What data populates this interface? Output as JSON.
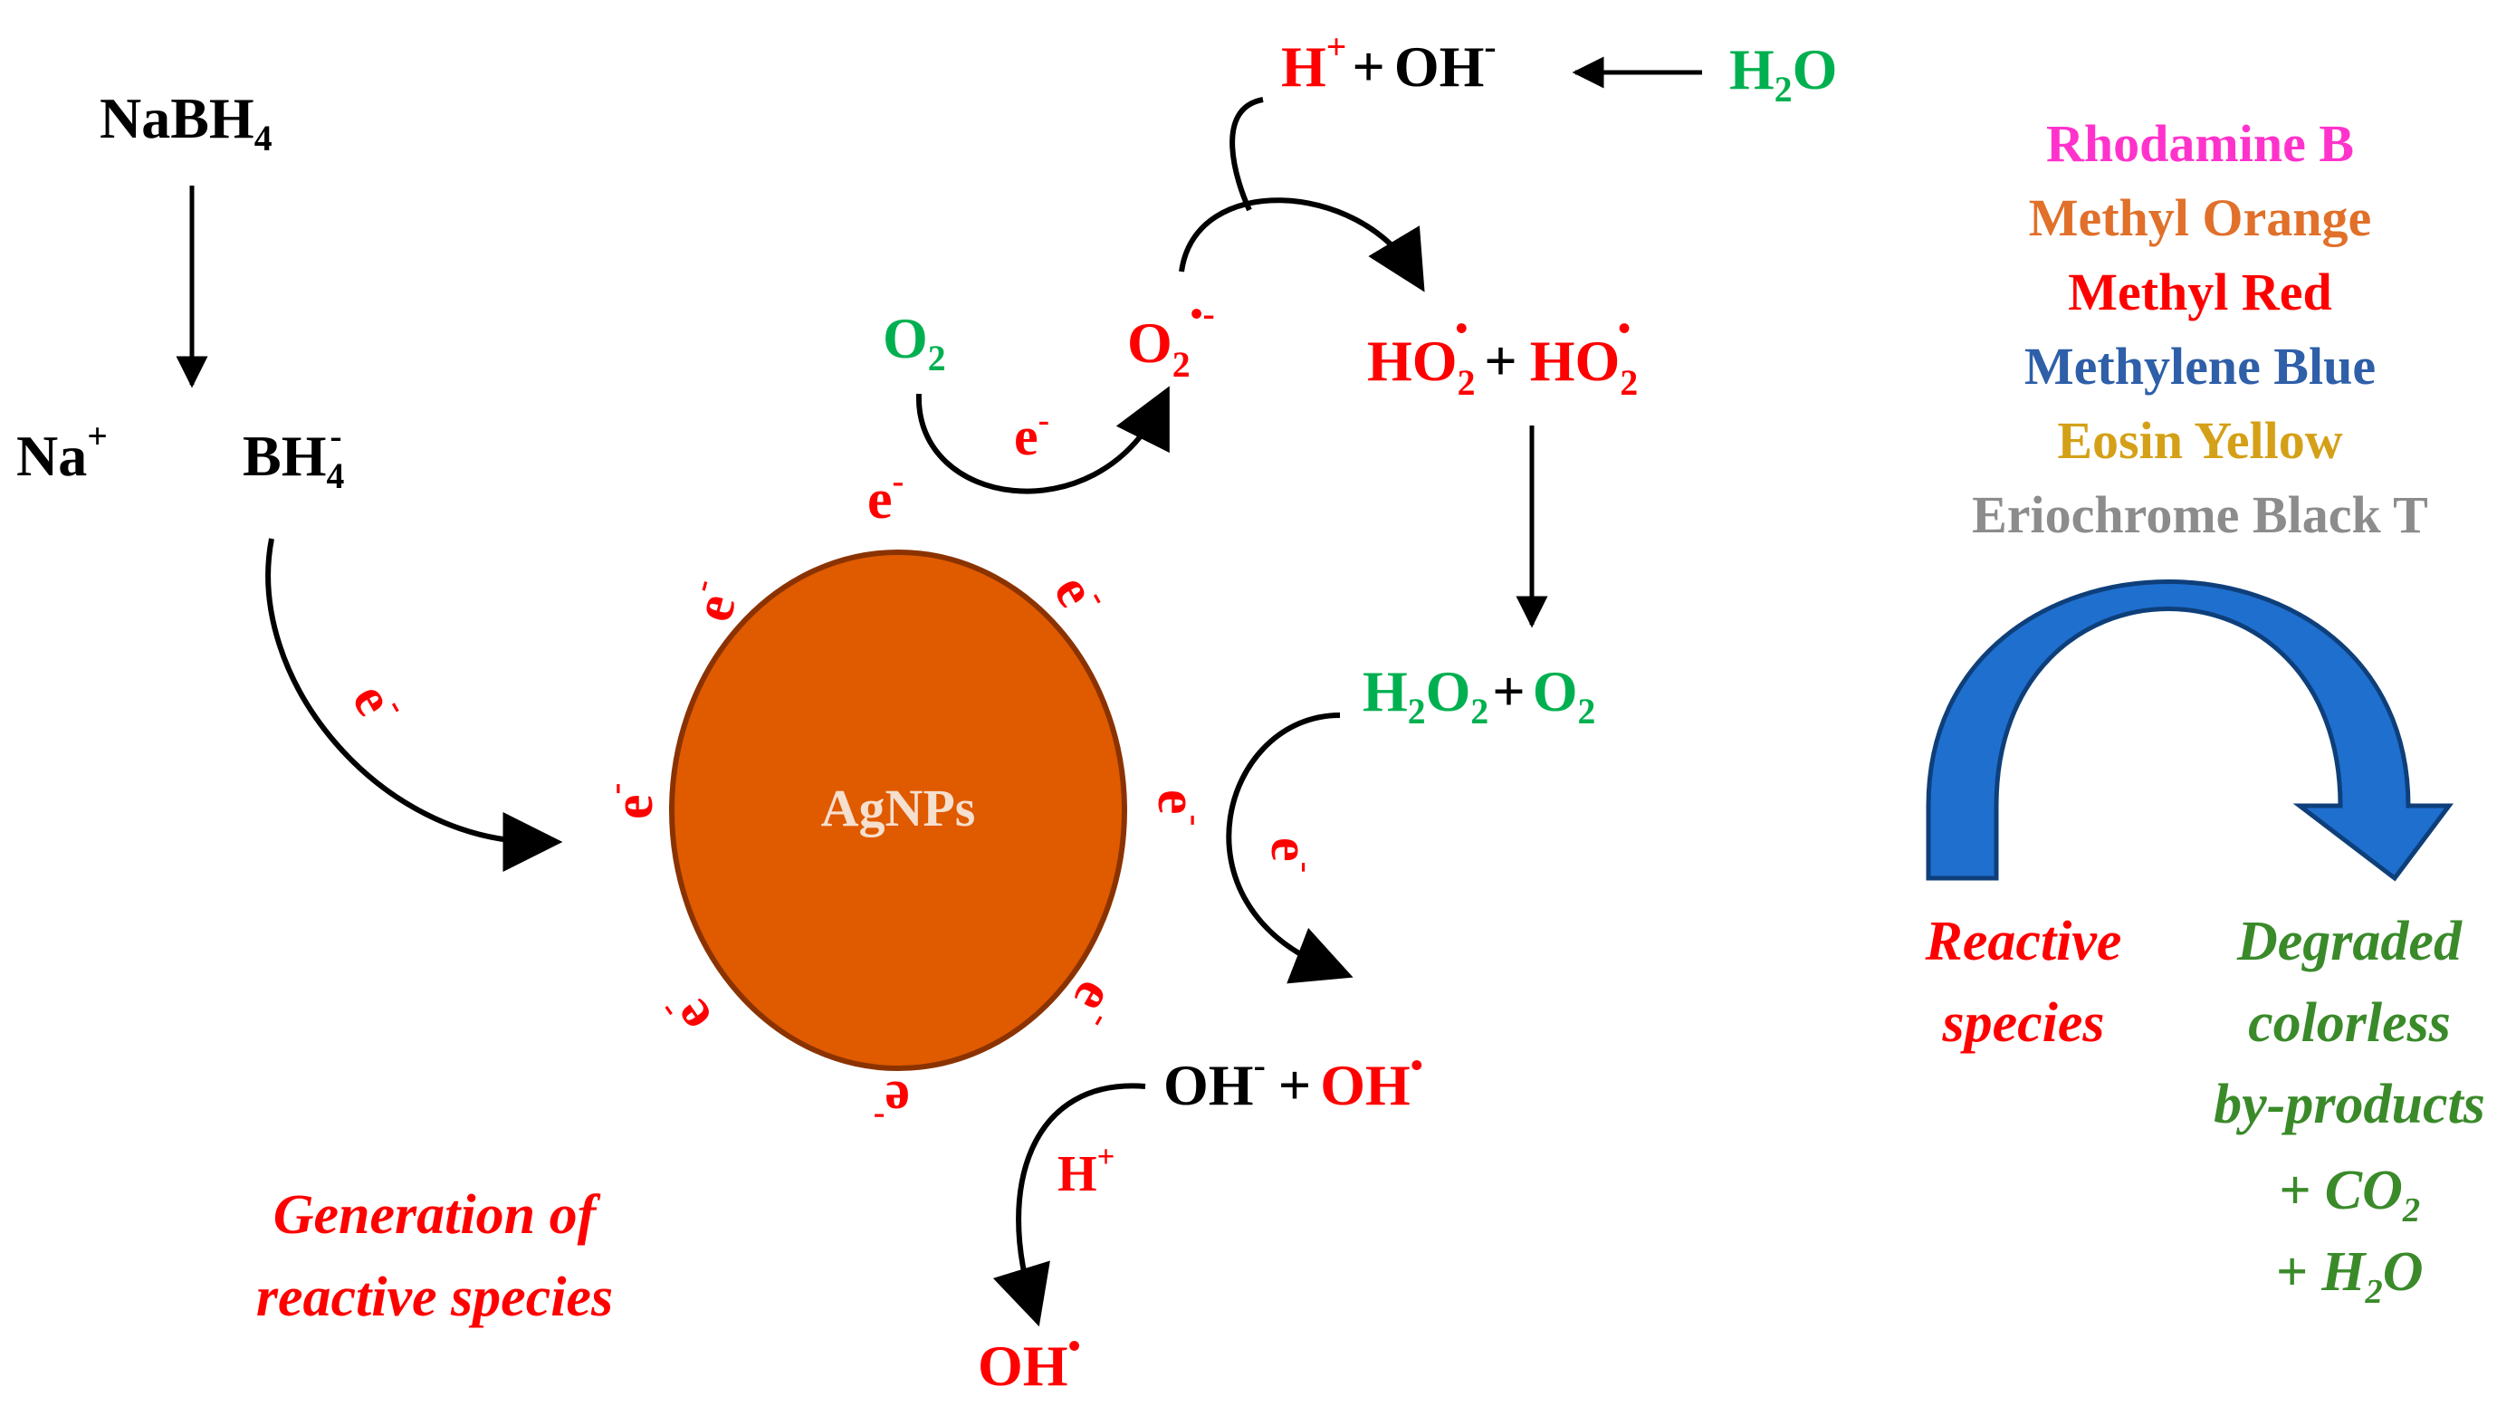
{
  "colors": {
    "black": "#000000",
    "red": "#ff0000",
    "green": "#00b050",
    "dark_green": "#3a8a2a",
    "particle_fill": "#e05a00",
    "particle_stroke": "#8b3300",
    "particle_text": "#f5dfcf",
    "blue_arrow": "#1f6fcf",
    "rhodamine": "#ff33cc",
    "methyl_orange": "#e0702a",
    "methyl_red": "#ff0000",
    "methylene_blue": "#2e5fa8",
    "eosin_yellow": "#d4a017",
    "eriochrome": "#8c8c8c"
  },
  "labels": {
    "nabh4": {
      "base": "NaBH",
      "sub": "4"
    },
    "na": {
      "base": "Na",
      "sup": "+"
    },
    "bh4": {
      "base": "BH",
      "sub": "4",
      "sup": "-"
    },
    "agnps": "AgNPs",
    "electron": {
      "base": "e",
      "sup": "-"
    },
    "o2_left": {
      "base": "O",
      "sub": "2"
    },
    "superoxide": {
      "base": "O",
      "sub": "2",
      "sup": "•-"
    },
    "ho2_pair": {
      "a": "HO",
      "a_sub": "2",
      "a_sup": "•",
      "plus": "+",
      "b": "HO",
      "b_sub": "2",
      "b_sup": "•"
    },
    "h_oh_top": {
      "h": "H",
      "h_sup": "+",
      "plus": "+",
      "oh": "OH",
      "oh_sup": "-"
    },
    "h2o_top": {
      "h": "H",
      "sub": "2",
      "o": "O"
    },
    "h2o2_o2": {
      "a": "H",
      "a_sub": "2",
      "b": "O",
      "b_sub": "2",
      "plus": "+",
      "c": "O",
      "c_sub": "2"
    },
    "oh_pair": {
      "a": "OH",
      "a_sup": "-",
      "plus": "+",
      "b": "OH",
      "b_sup": "•"
    },
    "h_plus": {
      "base": "H",
      "sup": "+"
    },
    "oh_radical": {
      "base": "OH",
      "sup": "•"
    },
    "generation_caption": [
      "Generation of",
      "reactive species"
    ]
  },
  "dyes": [
    {
      "name": "Rhodamine B",
      "color_key": "rhodamine"
    },
    {
      "name": "Methyl Orange",
      "color_key": "methyl_orange"
    },
    {
      "name": "Methyl Red",
      "color_key": "methyl_red"
    },
    {
      "name": "Methylene Blue",
      "color_key": "methylene_blue"
    },
    {
      "name": "Eosin Yellow",
      "color_key": "eosin_yellow"
    },
    {
      "name": "Eriochrome Black T",
      "color_key": "eriochrome"
    }
  ],
  "right_panel": {
    "reactive_species": [
      "Reactive",
      "species"
    ],
    "degraded": [
      "Degraded",
      "colorless",
      "by-products"
    ],
    "co2": {
      "plus": "+ ",
      "base": "CO",
      "sub": "2"
    },
    "h2o": {
      "plus": "+ ",
      "base": "H",
      "sub": "2",
      "tail": "O"
    }
  }
}
